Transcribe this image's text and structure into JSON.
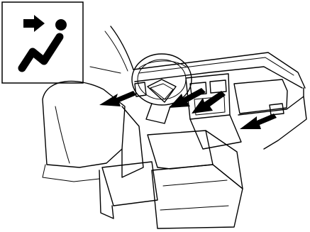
{
  "figure": {
    "symbol_icon": "vent-mode-icon",
    "subject": "airflow-to-face-vents",
    "outlets": [
      "driver-side-vent",
      "center-left-vent",
      "center-right-vent",
      "passenger-side-vent"
    ],
    "line_color": "#000000",
    "background_color": "#ffffff"
  }
}
